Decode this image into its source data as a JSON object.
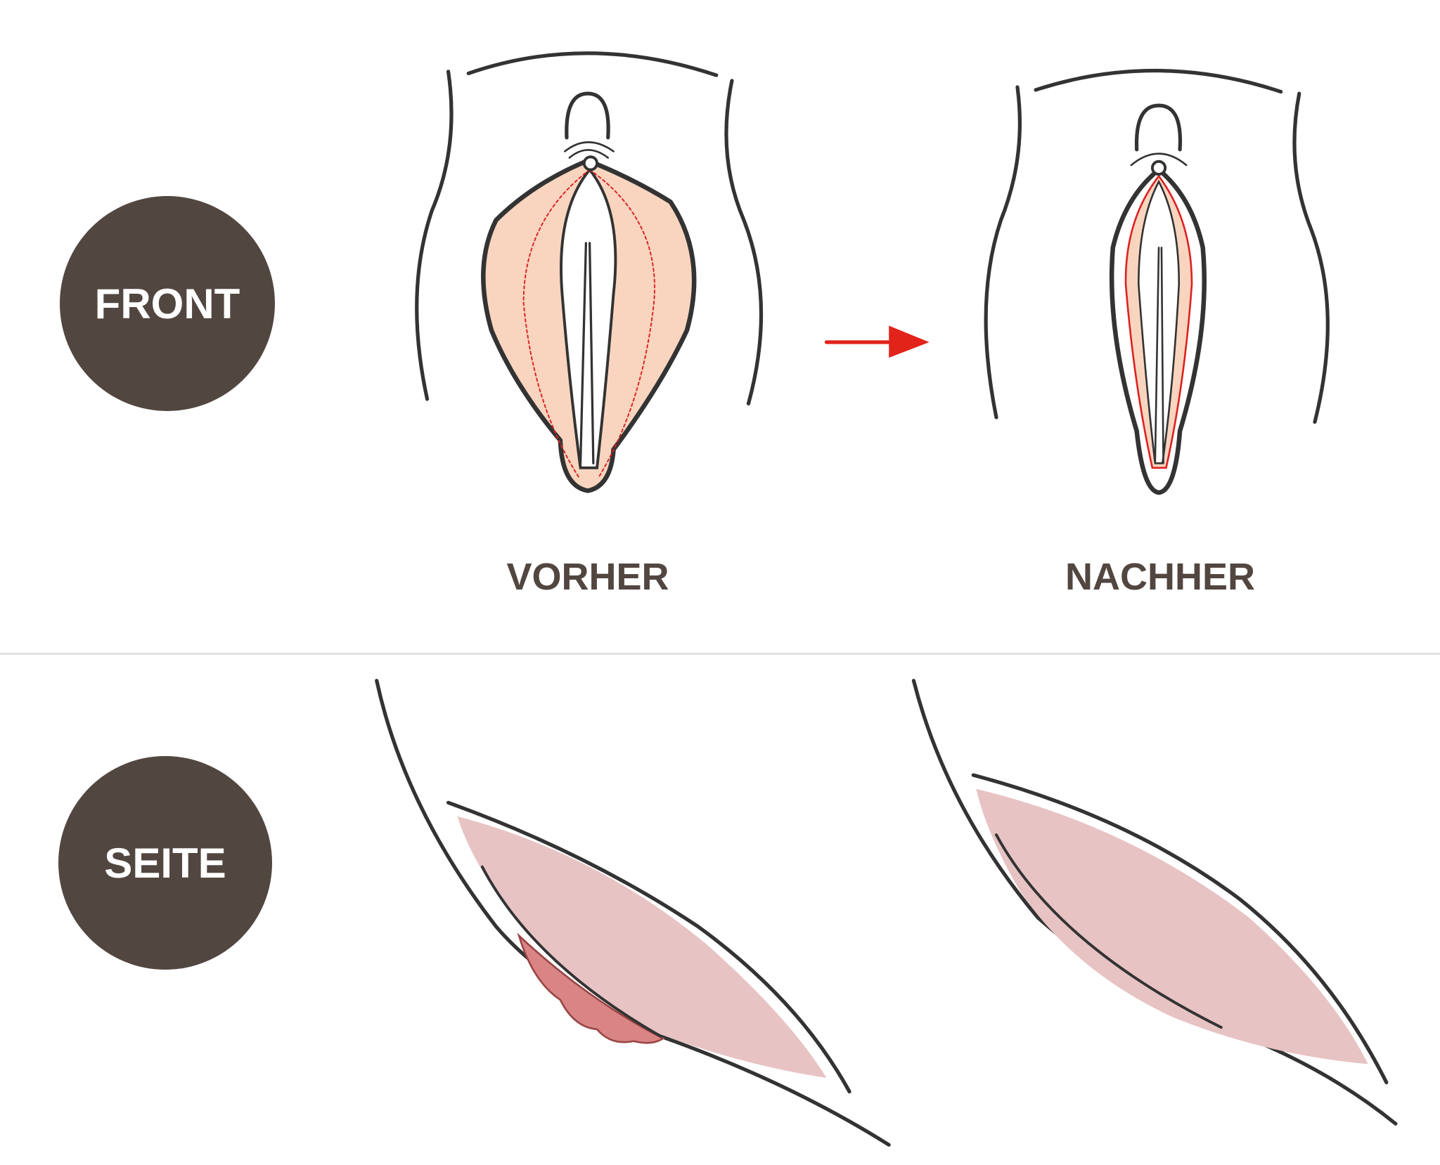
{
  "badges": {
    "front": "FRONT",
    "side": "SEITE"
  },
  "labels": {
    "before": "VORHER",
    "after": "NACHHER"
  },
  "colors": {
    "badge": "#524640",
    "labia_fill": "#f9d5bf",
    "side_fill": "#e8c3c3",
    "arrow": "#e2231a",
    "excess_tissue": "#d98585"
  }
}
